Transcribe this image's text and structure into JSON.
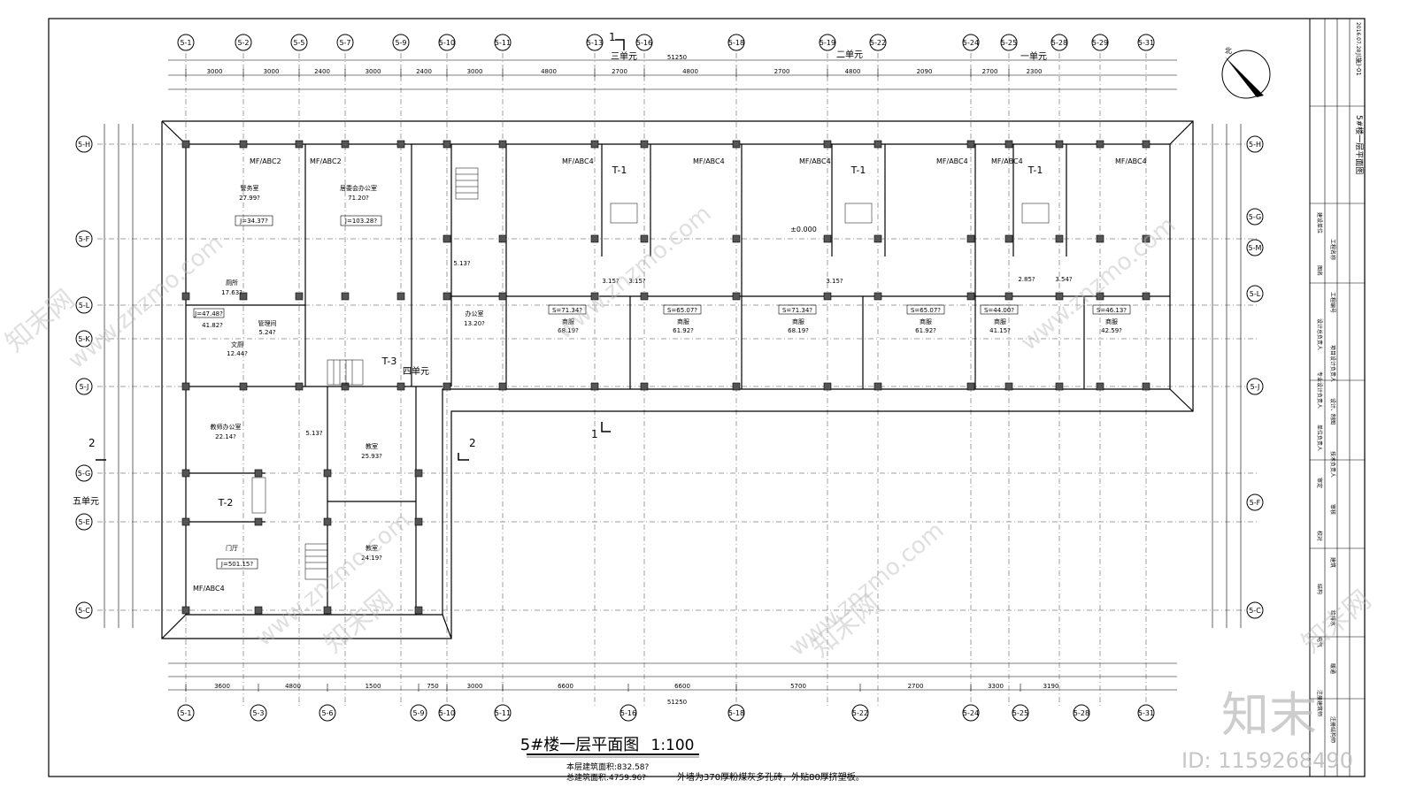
{
  "drawing": {
    "title": "5#楼一层平面图",
    "scale": "1:100",
    "floor_area": "本层建筑面积:832.58?",
    "total_area": "总建筑面积:4759.96?",
    "wall_note": "外墙为370厚粉煤灰多孔砖，外贴80厚挤塑板。",
    "elevation": "±0.000",
    "total_dim": "51250"
  },
  "top_axes": [
    "5-1",
    "5-2",
    "5-5",
    "5-7",
    "5-9",
    "5-10",
    "5-11",
    "5-13",
    "5-16",
    "5-18",
    "5-19",
    "5-22",
    "5-24",
    "5-25",
    "5-28",
    "5-29",
    "5-31"
  ],
  "bottom_axes": [
    "5-1",
    "5-3",
    "5-6",
    "5-9",
    "5-10",
    "5-11",
    "5-16",
    "5-18",
    "5-22",
    "5-24",
    "5-25",
    "5-28",
    "5-31"
  ],
  "left_axes": [
    "5-H",
    "5-F",
    "5-L",
    "5-K",
    "5-J",
    "5-G",
    "5-E",
    "5-C"
  ],
  "right_axes": [
    "5-H",
    "5-G",
    "5-M",
    "5-L",
    "5-J",
    "5-F",
    "5-C"
  ],
  "top_dims_row1": [
    "3000",
    "3000",
    "2400",
    "3000",
    "2400",
    "3000",
    "4800",
    "2700",
    "4800",
    "2700",
    "4800",
    "2090",
    "2700",
    "2300"
  ],
  "bottom_dims_row1": [
    "3600",
    "4800",
    "1500",
    "750",
    "3000",
    "6600",
    "6600",
    "5700",
    "2700",
    "3300",
    "3190"
  ],
  "unit_labels": [
    "一单元",
    "二单元",
    "三单元",
    "四单元",
    "五单元"
  ],
  "section_marks": [
    "1",
    "1",
    "2",
    "2"
  ],
  "rooms": [
    {
      "name": "警务室",
      "area": "27.99?",
      "extra": "J=34.37?"
    },
    {
      "name": "居委会办公室",
      "area": "71.20?",
      "extra": "J=103.28?"
    },
    {
      "name": "厕所",
      "area": "17.63?"
    },
    {
      "name": "管理间",
      "area": "5.24?"
    },
    {
      "name": "文厕",
      "area": "12.44?"
    },
    {
      "name": "",
      "area": "41.82?",
      "extra": "J=47.48?"
    },
    {
      "name": "办公室",
      "area": "13.20?"
    },
    {
      "name": "",
      "area": "5.13?"
    },
    {
      "name": "教师办公室",
      "area": "22.14?"
    },
    {
      "name": "",
      "area": "5.13?"
    },
    {
      "name": "教室",
      "area": "25.93?"
    },
    {
      "name": "教室",
      "area": "24.19?"
    },
    {
      "name": "门厅",
      "area": "",
      "extra": "J=501.15?"
    },
    {
      "name": "商服",
      "area": "68.19?",
      "extra": "S=71.34?"
    },
    {
      "name": "商服",
      "area": "61.92?",
      "extra": "S=65.07?"
    },
    {
      "name": "商服",
      "area": "68.19?",
      "extra": "S=71.34?"
    },
    {
      "name": "商服",
      "area": "61.92?",
      "extra": "S=65.07?"
    },
    {
      "name": "商服",
      "area": "41.15?",
      "extra": "S=44.00?"
    },
    {
      "name": "商服",
      "area": "42.59?",
      "extra": "S=46.13?"
    },
    {
      "name": "",
      "area": "3.15?"
    },
    {
      "name": "",
      "area": "3.15?"
    },
    {
      "name": "",
      "area": "3.15?"
    },
    {
      "name": "",
      "area": "2.85?"
    },
    {
      "name": "",
      "area": "3.54?"
    }
  ],
  "stairs": [
    "T-1",
    "T-1",
    "T-1",
    "T-2",
    "T-3"
  ],
  "extinguishers": [
    "MF/ABC2",
    "MF/ABC2",
    "MF/ABC4",
    "MF/ABC4",
    "MF/ABC4",
    "MF/ABC4",
    "MF/ABC4",
    "MF/ABC4",
    "MF/ABC4"
  ],
  "title_block": {
    "drawing_name": "5#楼一层平面图",
    "drawing_no": "J(施)-01",
    "date": "2016.07.28",
    "rows": [
      "建设单位",
      "工程名称",
      "图名",
      "工程编号",
      "设计总负责人",
      "项目设计负责人",
      "专业设计负责人",
      "设计、制图",
      "单位负责人",
      "技术负责人",
      "审定",
      "审核",
      "校对",
      "建筑",
      "结构",
      "给排水",
      "电气",
      "暖通",
      "注册建筑师",
      "注册结构师"
    ]
  },
  "watermark": {
    "brand": "知末",
    "id": "ID: 1159268490",
    "site": "www.znzmo.com",
    "site_cn": "知末网"
  }
}
